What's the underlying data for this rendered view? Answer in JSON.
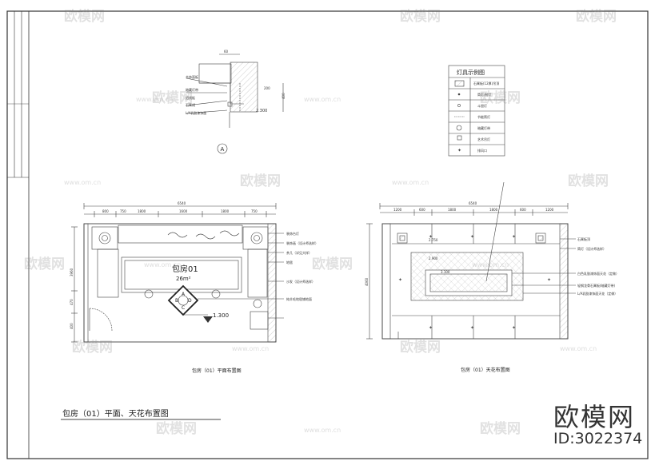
{
  "sheet_title": "包房（01）平面、天花布置图",
  "detail": {
    "marker": "A",
    "dims": [
      "60",
      "400",
      "200"
    ],
    "level": "2.300",
    "labels": [
      "木饰面板",
      "暗藏灯带",
      "铝线板",
      "石膏线",
      "L/A乳胶漆饰面"
    ]
  },
  "legend": {
    "title": "灯具示例图",
    "rows": [
      "石膏板(12厚)吊顶",
      "筒灯/射灯",
      "斗胆灯",
      "节能筒灯",
      "暗藏灯带",
      "艺术吊灯",
      "排风口"
    ]
  },
  "plan": {
    "room_name": "包房01",
    "room_area": "26m²",
    "overall_dim": "6540",
    "top_dims": [
      "800",
      "750",
      "1800",
      "1600",
      "1800",
      "750"
    ],
    "left_dims": [
      "3960",
      "470",
      "400"
    ],
    "level": "1.300",
    "callouts": [
      "装饰台灯",
      "装饰画（设计师选样）",
      "茶几（详见大样）",
      "地毯",
      "沙发（设计师选样）",
      "纯羊毛地毯铺地面"
    ],
    "compass": [
      "A",
      "B",
      "C",
      "D"
    ],
    "caption": "包房（01）平面布置图"
  },
  "ceiling": {
    "overall_dim": "6540",
    "top_dims": [
      "1200",
      "600",
      "1800",
      "1800",
      "600",
      "1200"
    ],
    "left_dim": "4060",
    "levels": [
      "2.750",
      "2.900",
      "3.100"
    ],
    "callouts": [
      "石膏板顶",
      "筒灯（设计师选样）",
      "白色乳胶漆饰面天花（定做）",
      "轻钢龙骨石膏板(暗藏灯带)",
      "L/A乳胶漆饰面天花（定做）"
    ],
    "caption": "包房（01）天花布置图"
  },
  "watermark": {
    "brand": "欧模网",
    "url": "www.om.cn"
  },
  "footer": {
    "brand": "欧模网",
    "id": "ID:3022374"
  }
}
